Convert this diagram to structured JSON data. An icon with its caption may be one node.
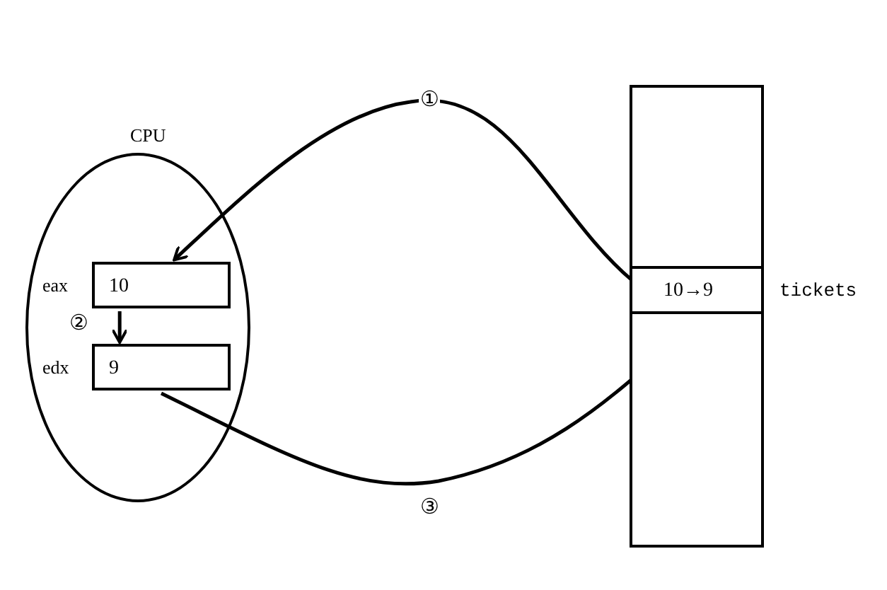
{
  "diagram": {
    "nodes": [
      {
        "text": [
          "CPU"
        ]
      },
      {
        "text": [
          "10"
        ],
        "beside": [
          "eax"
        ],
        "in": 0
      },
      {
        "text": [
          "9"
        ],
        "beside": [
          "edx"
        ],
        "in": 0
      },
      {
        "text": [],
        "shape": "box"
      },
      {
        "text": [
          "10→9"
        ],
        "beside": [
          "tickets"
        ],
        "in": 3
      }
    ],
    "edges": [
      {
        "from": 4,
        "to": 1,
        "arrow": "to",
        "label": "①"
      },
      {
        "from": 1,
        "to": 2,
        "arrow": "to",
        "label": "②"
      },
      {
        "from": 2,
        "to": 4,
        "arrow": "to",
        "label": "③"
      }
    ]
  }
}
